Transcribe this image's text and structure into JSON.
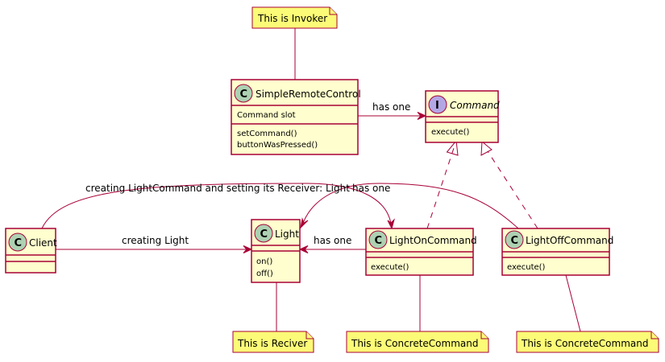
{
  "classes": {
    "simple_remote_control": {
      "stereotype": "C",
      "name": "SimpleRemoteControl",
      "fields": [
        "Command slot"
      ],
      "methods": [
        "setCommand()",
        "buttonWasPressed()"
      ]
    },
    "command": {
      "stereotype": "I",
      "name": "Command",
      "fields": [],
      "methods": [
        "execute()"
      ]
    },
    "client": {
      "stereotype": "C",
      "name": "Client",
      "fields": [],
      "methods": []
    },
    "light": {
      "stereotype": "C",
      "name": "Light",
      "fields": [],
      "methods": [
        "on()",
        "off()"
      ]
    },
    "light_on_command": {
      "stereotype": "C",
      "name": "LightOnCommand",
      "fields": [],
      "methods": [
        "execute()"
      ]
    },
    "light_off_command": {
      "stereotype": "C",
      "name": "LightOffCommand",
      "fields": [],
      "methods": [
        "execute()"
      ]
    }
  },
  "notes": {
    "invoker": "This is Invoker",
    "receiver": "This is Reciver",
    "concrete_on": "This is ConcreteCommand",
    "concrete_off": "This is ConcreteCommand"
  },
  "relations": {
    "remote_has_command": "has one",
    "client_creates_command": "creating LightCommand and setting its Receiver: Light",
    "client_creates_light": "creating Light",
    "on_has_light": "has one",
    "off_has_light": "has one"
  },
  "colors": {
    "class_fill": "#FEFECE",
    "border": "#A80036",
    "note_fill": "#FBFB77",
    "class_circle": "#ADD1B2",
    "interface_circle": "#B4A7E5"
  }
}
